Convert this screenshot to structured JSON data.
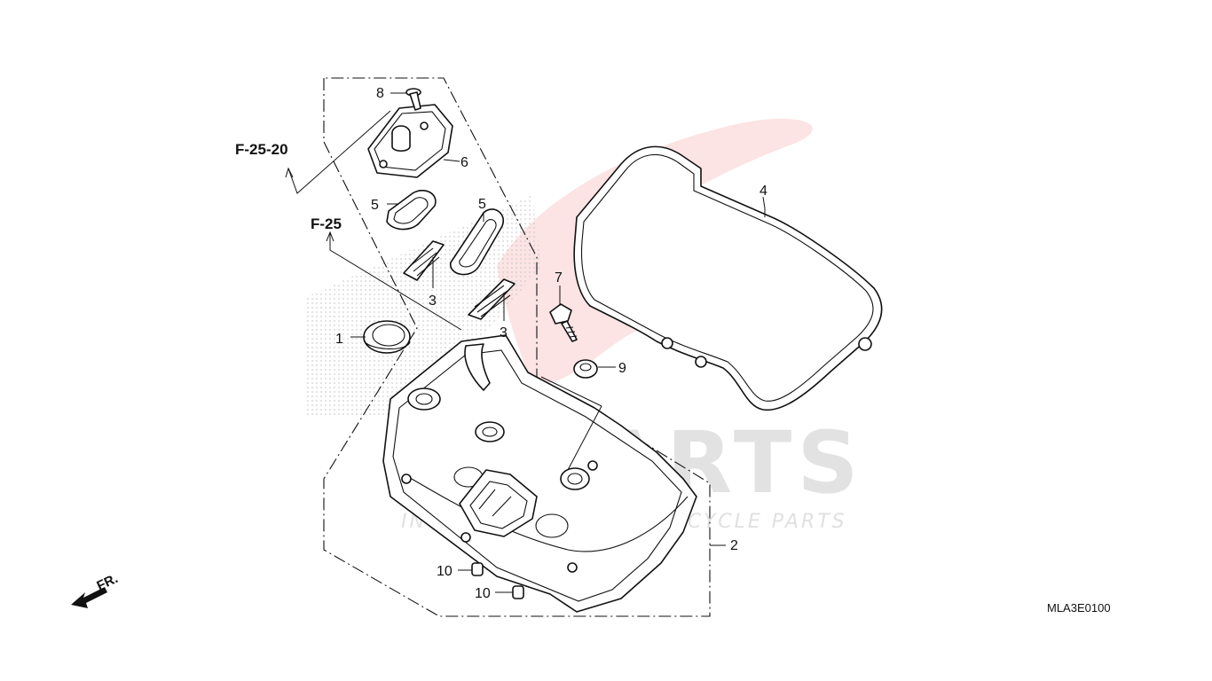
{
  "diagram": {
    "callouts": {
      "c1": "1",
      "c2": "2",
      "c3a": "3",
      "c3b": "3",
      "c4": "4",
      "c5a": "5",
      "c5b": "5",
      "c6": "6",
      "c7": "7",
      "c8": "8",
      "c9": "9",
      "c10a": "10",
      "c10b": "10"
    },
    "references": {
      "ref_f2520": "F-25-20",
      "ref_f25": "F-25"
    },
    "direction": "FR.",
    "diagram_code": "MLA3E0100",
    "watermark": {
      "brand": "GEPARTS",
      "tagline": "INTERNATIONAL MOTORCYCLE PARTS"
    },
    "colors": {
      "watermark_red": "#e8262b",
      "line": "#111111"
    }
  }
}
